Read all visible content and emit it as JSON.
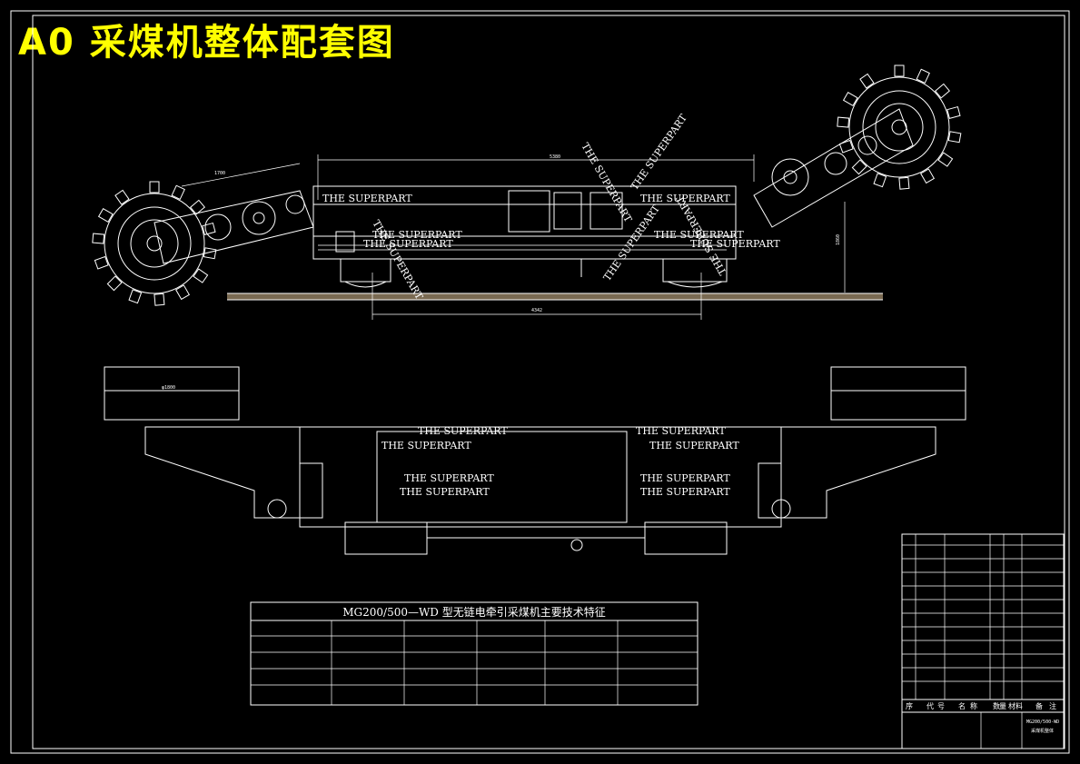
{
  "title": "A0 采煤机整体配套图",
  "tech_table": {
    "title": "MG200/500—WD 型无链电牵引采煤机主要技术特征"
  },
  "dims": {
    "top_span": "5380",
    "bottom_span": "4342",
    "left_arm": "1700",
    "height": "1860",
    "plan_left": "φ1800"
  },
  "watermark": "THE SUPERPART",
  "title_block": {
    "col_headers": [
      "序",
      "代",
      "号",
      "名",
      "称",
      "数",
      "量",
      "材",
      "料",
      "备",
      "注"
    ],
    "drawing_no": "MG200/500-WD",
    "drawing_name": "采煤机整体"
  },
  "colors": {
    "background": "#000000",
    "lines": "#ffffff",
    "title": "#ffff00",
    "floor": "#7a6a52"
  }
}
